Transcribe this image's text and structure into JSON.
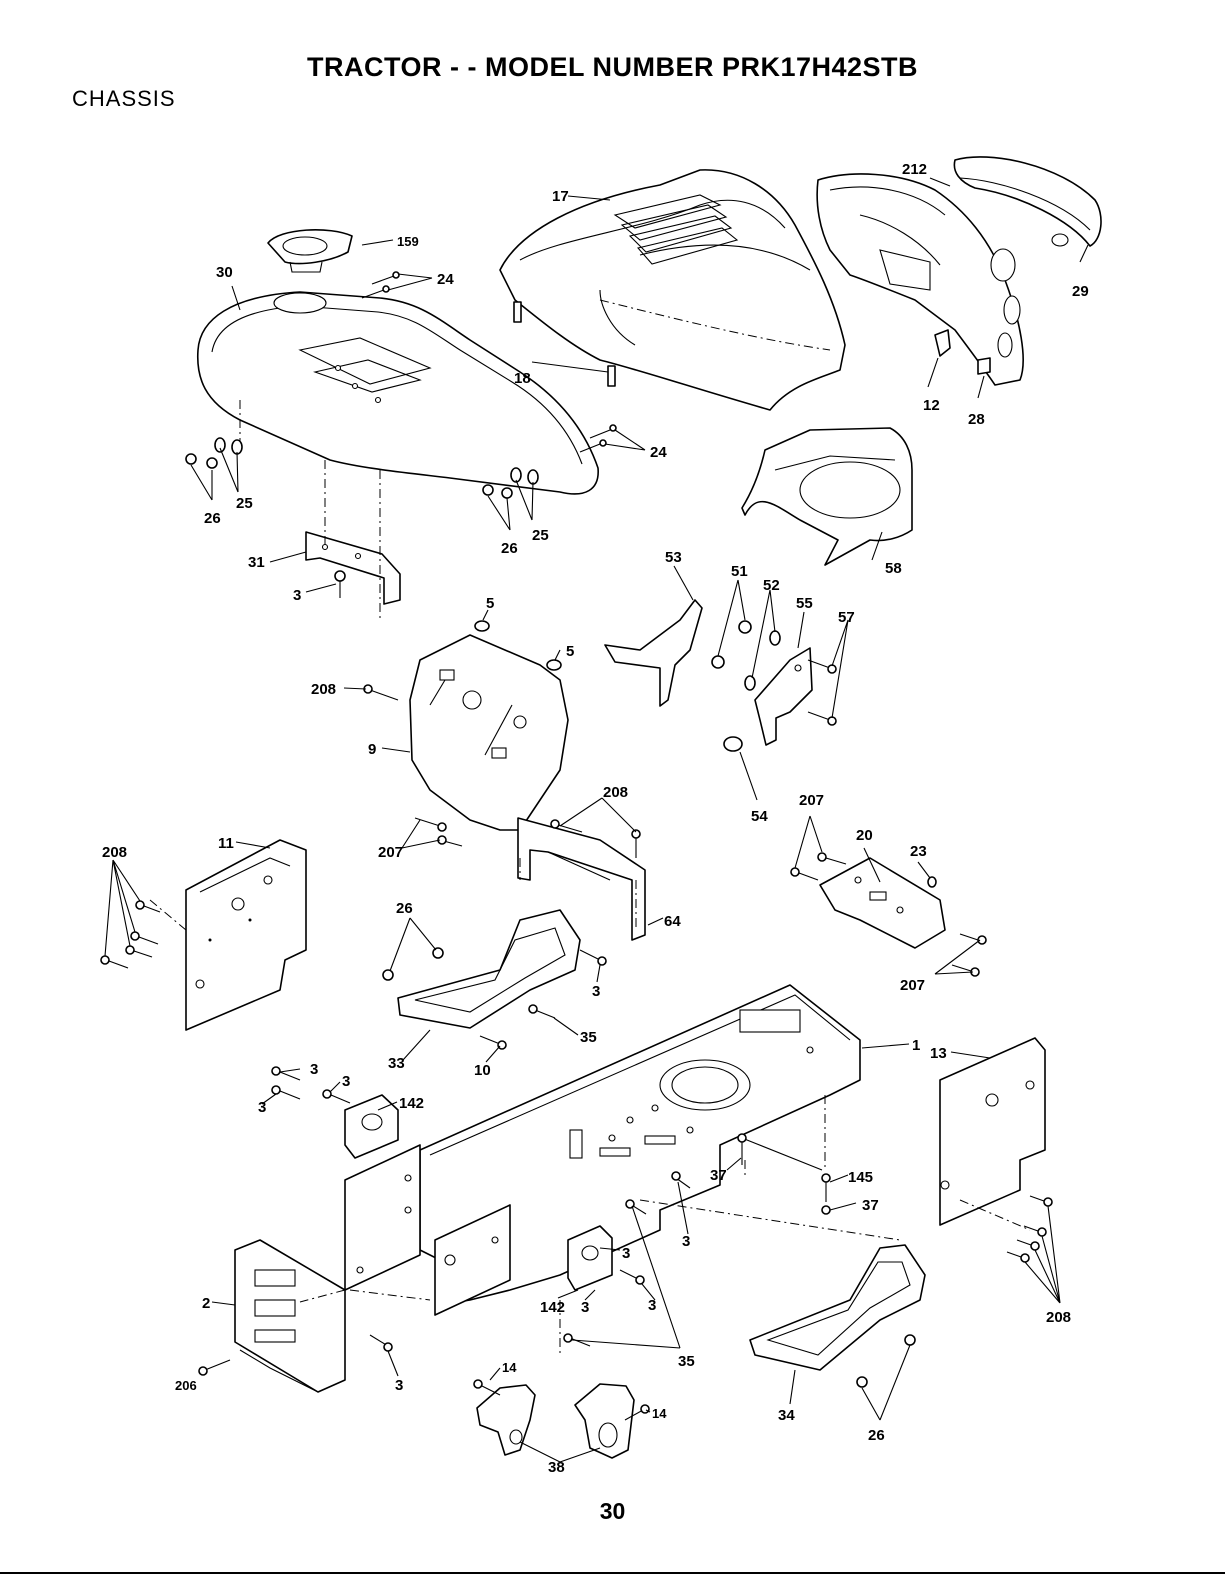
{
  "header": {
    "title": "TRACTOR - - MODEL NUMBER PRK17H42STB",
    "section": "CHASSIS"
  },
  "page_number": "30",
  "callouts": [
    {
      "id": "c-159",
      "text": "159"
    },
    {
      "id": "c-30",
      "text": "30"
    },
    {
      "id": "c-24a",
      "text": "24"
    },
    {
      "id": "c-17",
      "text": "17"
    },
    {
      "id": "c-212",
      "text": "212"
    },
    {
      "id": "c-29",
      "text": "29"
    },
    {
      "id": "c-18",
      "text": "18"
    },
    {
      "id": "c-12",
      "text": "12"
    },
    {
      "id": "c-28",
      "text": "28"
    },
    {
      "id": "c-24b",
      "text": "24"
    },
    {
      "id": "c-25a",
      "text": "25"
    },
    {
      "id": "c-26a",
      "text": "26"
    },
    {
      "id": "c-25b",
      "text": "25"
    },
    {
      "id": "c-26b",
      "text": "26"
    },
    {
      "id": "c-58",
      "text": "58"
    },
    {
      "id": "c-31",
      "text": "31"
    },
    {
      "id": "c-3a",
      "text": "3"
    },
    {
      "id": "c-53",
      "text": "53"
    },
    {
      "id": "c-51",
      "text": "51"
    },
    {
      "id": "c-52",
      "text": "52"
    },
    {
      "id": "c-55",
      "text": "55"
    },
    {
      "id": "c-57",
      "text": "57"
    },
    {
      "id": "c-5a",
      "text": "5"
    },
    {
      "id": "c-5b",
      "text": "5"
    },
    {
      "id": "c-208a",
      "text": "208"
    },
    {
      "id": "c-9",
      "text": "9"
    },
    {
      "id": "c-54",
      "text": "54"
    },
    {
      "id": "c-208b",
      "text": "208"
    },
    {
      "id": "c-207a",
      "text": "207"
    },
    {
      "id": "c-207b",
      "text": "207"
    },
    {
      "id": "c-20",
      "text": "20"
    },
    {
      "id": "c-23",
      "text": "23"
    },
    {
      "id": "c-208c",
      "text": "208"
    },
    {
      "id": "c-11",
      "text": "11"
    },
    {
      "id": "c-64",
      "text": "64"
    },
    {
      "id": "c-26c",
      "text": "26"
    },
    {
      "id": "c-207c",
      "text": "207"
    },
    {
      "id": "c-3b",
      "text": "3"
    },
    {
      "id": "c-35a",
      "text": "35"
    },
    {
      "id": "c-1",
      "text": "1"
    },
    {
      "id": "c-13",
      "text": "13"
    },
    {
      "id": "c-33",
      "text": "33"
    },
    {
      "id": "c-10",
      "text": "10"
    },
    {
      "id": "c-3c",
      "text": "3"
    },
    {
      "id": "c-3d",
      "text": "3"
    },
    {
      "id": "c-3e",
      "text": "3"
    },
    {
      "id": "c-142a",
      "text": "142"
    },
    {
      "id": "c-145",
      "text": "145"
    },
    {
      "id": "c-37a",
      "text": "37"
    },
    {
      "id": "c-37b",
      "text": "37"
    },
    {
      "id": "c-3f",
      "text": "3"
    },
    {
      "id": "c-3g",
      "text": "3"
    },
    {
      "id": "c-142b",
      "text": "142"
    },
    {
      "id": "c-3h",
      "text": "3"
    },
    {
      "id": "c-3i",
      "text": "3"
    },
    {
      "id": "c-208d",
      "text": "208"
    },
    {
      "id": "c-2",
      "text": "2"
    },
    {
      "id": "c-35b",
      "text": "35"
    },
    {
      "id": "c-206",
      "text": "206"
    },
    {
      "id": "c-3j",
      "text": "3"
    },
    {
      "id": "c-14a",
      "text": "14"
    },
    {
      "id": "c-14b",
      "text": "14"
    },
    {
      "id": "c-34",
      "text": "34"
    },
    {
      "id": "c-26d",
      "text": "26"
    },
    {
      "id": "c-38",
      "text": "38"
    }
  ]
}
